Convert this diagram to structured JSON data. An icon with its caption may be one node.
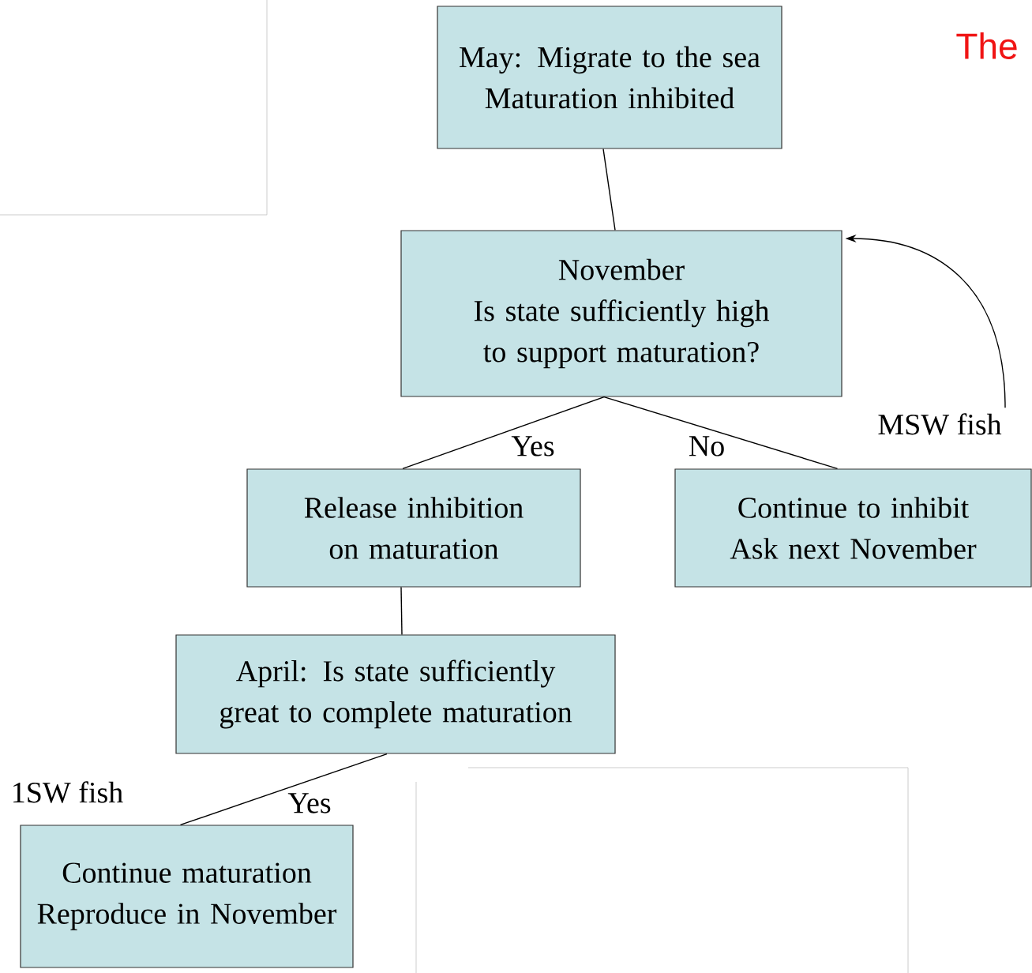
{
  "diagram": {
    "nodes": [
      {
        "text": [
          "May: Migrate to the sea",
          "Maturation inhibited"
        ]
      },
      {
        "text": [
          "November",
          "Is state sufficiently high to support maturation?"
        ]
      },
      {
        "text": [
          "Release inhibition on maturation"
        ]
      },
      {
        "text": [
          "Continue to inhibit",
          "Ask next November"
        ]
      },
      {
        "text": [
          "April: Is state sufficiently great to complete maturation"
        ]
      },
      {
        "text": [
          "Continue maturation",
          "Reproduce in November"
        ],
        "beside": [
          "1SW fish"
        ]
      },
      {
        "text": [
          "MSW fish"
        ]
      }
    ],
    "edges": [
      {
        "from": 0,
        "to": 1,
        "arrow": "none"
      },
      {
        "from": 1,
        "to": 2,
        "arrow": "none",
        "label": "Yes"
      },
      {
        "from": 1,
        "to": 3,
        "arrow": "none",
        "label": "No"
      },
      {
        "from": 2,
        "to": 4,
        "arrow": "none"
      },
      {
        "from": 4,
        "to": 5,
        "arrow": "none",
        "label": "Yes"
      },
      {
        "from": 6,
        "to": 1,
        "arrow": "to"
      }
    ],
    "labels": [
      "The"
    ]
  }
}
